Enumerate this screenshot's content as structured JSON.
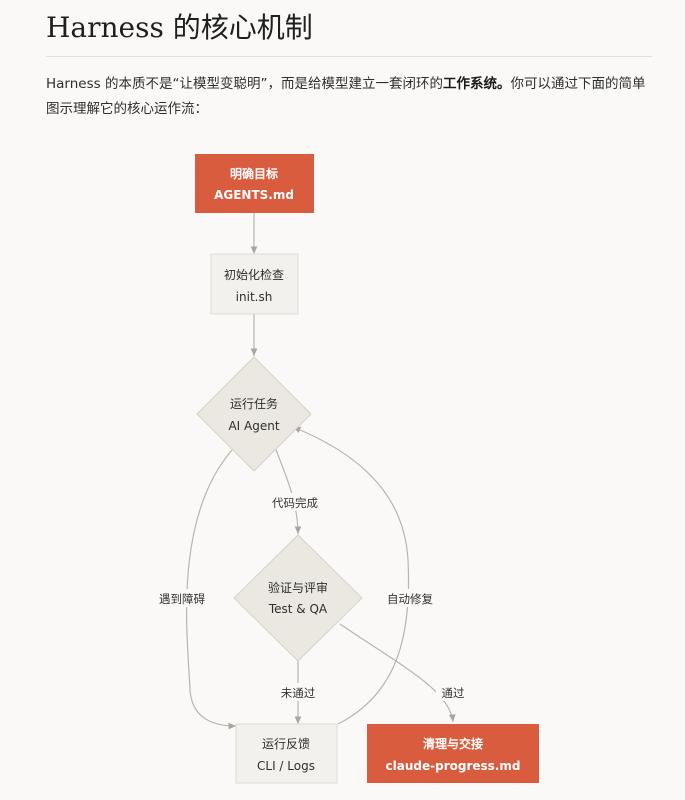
{
  "heading": "Harness 的核心机制",
  "intro": {
    "part1": "Harness 的本质不是“让模型变聪明”，而是给模型建立一套闭环的",
    "bold": "工作系统。",
    "part2": "你可以通过下面的简单图示理解它的核心运作流："
  },
  "diagram": {
    "nodes": {
      "goal": {
        "title": "明确目标",
        "subtitle": "AGENTS.md"
      },
      "init": {
        "title": "初始化检查",
        "subtitle": "init.sh"
      },
      "run": {
        "title": "运行任务",
        "subtitle": "AI Agent"
      },
      "verify": {
        "title": "验证与评审",
        "subtitle": "Test & QA"
      },
      "feedback": {
        "title": "运行反馈",
        "subtitle": "CLI / Logs"
      },
      "handoff": {
        "title": "清理与交接",
        "subtitle": "claude-progress.md"
      }
    },
    "edge_labels": {
      "code_done": "代码完成",
      "blocked": "遇到障碍",
      "auto_fix": "自动修复",
      "not_passed": "未通过",
      "passed": "通过"
    },
    "colors": {
      "accent": "#d95c3f",
      "neutral_fill": "#efece6",
      "neutral_stroke": "#d6d2ca",
      "line": "#b8b5af",
      "label_bg": "#faf9f7"
    }
  }
}
